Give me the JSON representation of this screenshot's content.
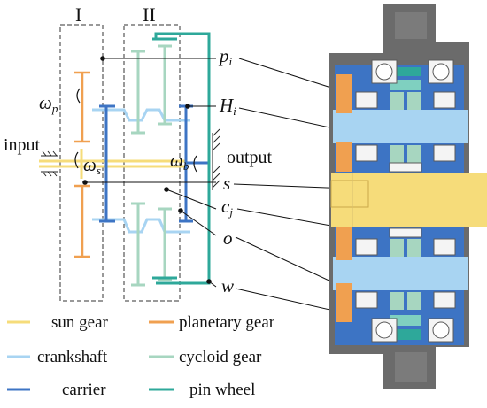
{
  "diagram": {
    "stage_labels": [
      "I",
      "II"
    ],
    "input_label": "input",
    "output_label": "output",
    "speeds": [
      {
        "symbol": "ω",
        "subscript": "p"
      },
      {
        "symbol": "ω",
        "subscript": "s"
      },
      {
        "symbol": "ω",
        "subscript": "b"
      }
    ],
    "callouts": [
      {
        "symbol": "p",
        "subscript": "i"
      },
      {
        "symbol": "H",
        "subscript": "i"
      },
      {
        "symbol": "s",
        "subscript": ""
      },
      {
        "symbol": "c",
        "subscript": "j"
      },
      {
        "symbol": "o",
        "subscript": ""
      },
      {
        "symbol": "w",
        "subscript": ""
      }
    ]
  },
  "legend": [
    {
      "label": "sun gear",
      "color": "#f6dc7a"
    },
    {
      "label": "planetary gear",
      "color": "#f0a050"
    },
    {
      "label": "crankshaft",
      "color": "#a8d4f2"
    },
    {
      "label": "cycloid gear",
      "color": "#a7d6c0"
    },
    {
      "label": "carrier",
      "color": "#3d74c4"
    },
    {
      "label": "pin wheel",
      "color": "#2ea89a"
    }
  ]
}
